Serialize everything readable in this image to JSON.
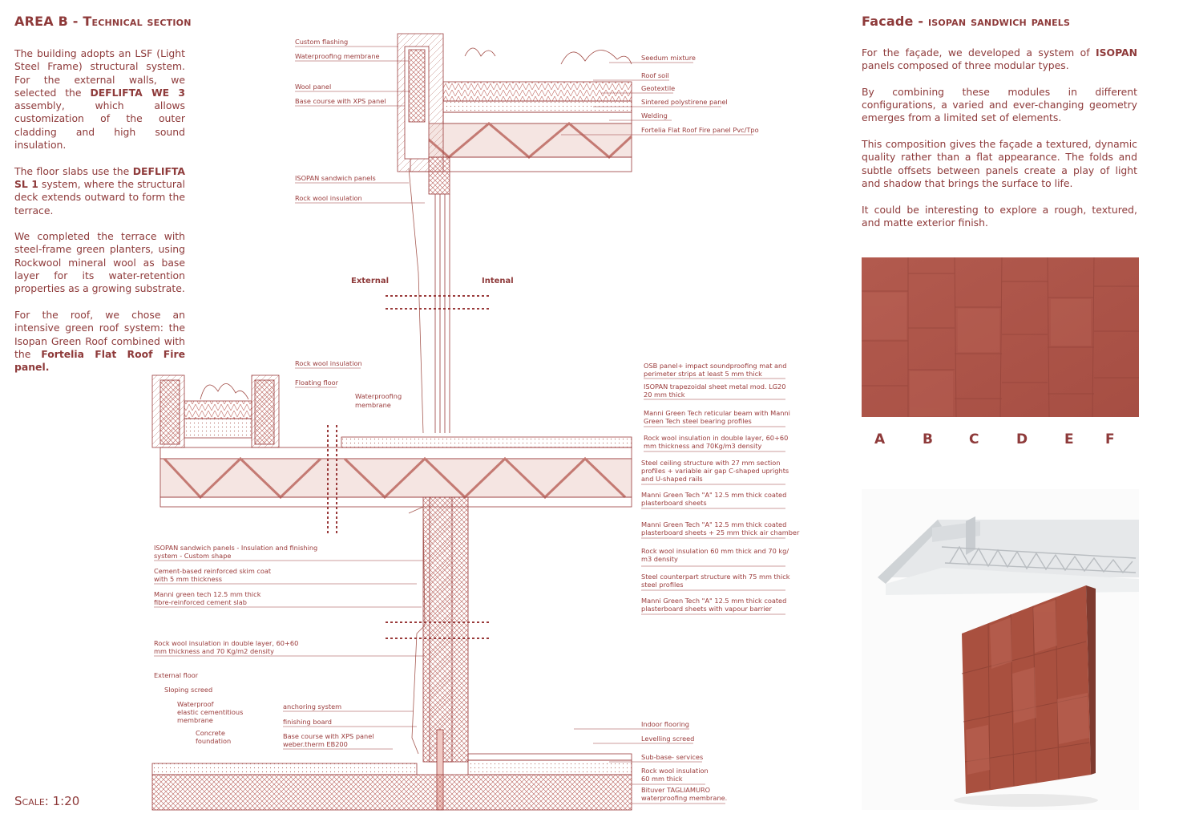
{
  "left": {
    "title_main": "AREA B - ",
    "title_sub": "Technical section",
    "p1_a": "The building adopts an LSF (Light Steel Frame) structural system. For the external walls, we selected the ",
    "p1_b": "DEFLIFTA WE 3",
    "p1_c": " assembly, which allows customization of the outer cladding and high sound insulation.",
    "p2_a": "The floor slabs use the ",
    "p2_b": "DEFLIFTA SL 1",
    "p2_c": " system, where the structural deck extends outward to form the terrace.",
    "p3": "We completed the terrace with steel-frame green planters, using Rockwool mineral wool as base layer for its water-retention properties as a growing substrate.",
    "p4_a": "For the roof, we chose an intensive green roof system: the Isopan Green Roof combined with the ",
    "p4_b": "Fortelia Flat Roof Fire panel.",
    "scale": "Scale: 1:20"
  },
  "right": {
    "title_main": "Facade - ",
    "title_sub": "isopan sandwich panels",
    "p1_a": "For the façade, we developed a system of ",
    "p1_b": "ISOPAN",
    "p1_c": " panels composed of three modular types.",
    "p2": "By combining these modules in different configurations, a varied and ever-changing geometry emerges from a limited set of elements.",
    "p3": "This composition gives the façade a textured, dynamic quality rather than a flat appearance. The folds and subtle offsets between panels create a play of light and shadow that brings the surface to life.",
    "p4": "It could be interesting to explore a rough, textured, and matte exterior finish.",
    "panel_letters": [
      "A",
      "B",
      "C",
      "D",
      "E",
      "F"
    ]
  },
  "section": {
    "external": "External",
    "internal": "Intenal",
    "roof_left": [
      "Custom flashing",
      "Waterproofing membrane",
      "Wool panel",
      "Base course with XPS panel",
      "ISOPAN sandwich panels",
      "Rock wool insulation"
    ],
    "roof_right": [
      "Seedum mixture",
      "Roof soil",
      "Geotextile",
      "Sintered polystirene panel",
      "Welding",
      "Fortelia Flat Roof Fire panel Pvc/Tpo"
    ],
    "terrace": [
      "Rock wool insulation",
      "Floating floor",
      "Waterproofing",
      "membrane"
    ],
    "floor_right": [
      [
        "OSB panel+ impact soundproofing mat and",
        "perimeter strips at least 5 mm thick"
      ],
      [
        "ISOPAN trapezoidal sheet metal mod. LG20",
        "20 mm thick"
      ],
      [
        "Manni Green Tech reticular beam with Manni",
        "Green Tech steel bearing profiles"
      ],
      [
        "Rock wool insulation in double layer, 60+60",
        "mm thickness and 70Kg/m3 density"
      ],
      [
        "Steel ceiling structure with 27 mm section",
        "profiles + variable air gap C-shaped uprights",
        "and U-shaped rails"
      ],
      [
        "Manni Green Tech \"A\" 12.5 mm thick coated",
        "plasterboard sheets"
      ],
      [
        "Manni Green Tech \"A\" 12.5 mm thick coated",
        "plasterboard sheets + 25 mm thick air chamber"
      ],
      [
        "Rock wool insulation 60 mm thick and 70 kg/",
        "m3 density"
      ],
      [
        "Steel counterpart structure with 75 mm thick",
        "steel profiles"
      ],
      [
        "Manni Green Tech \"A\" 12.5 mm thick coated",
        "plasterboard sheets with vapour barrier"
      ]
    ],
    "wall_left": [
      [
        "ISOPAN sandwich panels - Insulation and finishing",
        "system - Custom shape"
      ],
      [
        "Cement-based reinforced skim coat",
        "with 5 mm thickness"
      ],
      [
        "Manni green tech 12.5 mm thick",
        "fibre-reinforced cement slab"
      ],
      [
        "Rock wool insulation in double layer, 60+60",
        "mm thickness and 70 Kg/m2 density"
      ]
    ],
    "ground_left": [
      "External floor",
      "Sloping screed",
      "Waterproof",
      "elastic cementitious",
      "membrane",
      "Concrete",
      "foundation"
    ],
    "ground_mid": [
      "anchoring system",
      "finishing board",
      "Base course with XPS panel",
      "weber.therm EB200"
    ],
    "ground_right": [
      "Indoor flooring",
      "Levelling screed",
      "Sub-base- services",
      "Rock wool insulation",
      "60 mm thick",
      "Bituver TAGLIAMURO",
      "waterproofing membrane."
    ]
  },
  "colors": {
    "ink": "#9a3b3b",
    "text": "#8e3a3a",
    "panel": "#b0574b"
  }
}
